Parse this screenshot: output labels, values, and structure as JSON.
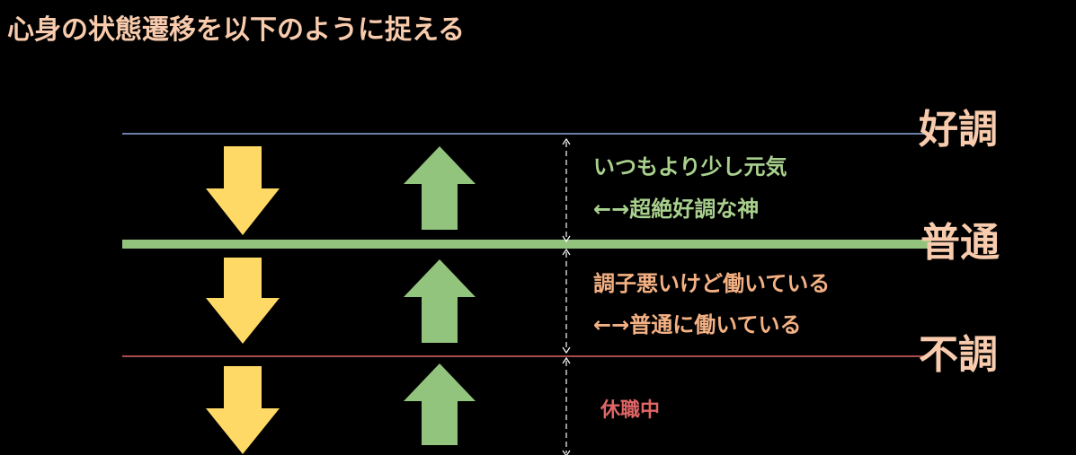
{
  "title": "心身の状態遷移を以下のように捉える",
  "levels": {
    "good": "好調",
    "normal": "普通",
    "bad": "不調"
  },
  "zones": {
    "upper": {
      "line1": "いつもより少し元気",
      "line2": "←→超絶好調な神"
    },
    "middle": {
      "line1": "調子悪いけど働いている",
      "line2": "←→普通に働いている"
    },
    "lower": {
      "line1": "休職中"
    }
  },
  "colors": {
    "down_arrow": "#ffd966",
    "up_arrow": "#93c47d",
    "good_line": "#8eaadb",
    "normal_line": "#93c47d",
    "bad_line": "#e06666",
    "title": "#f8cbad"
  }
}
